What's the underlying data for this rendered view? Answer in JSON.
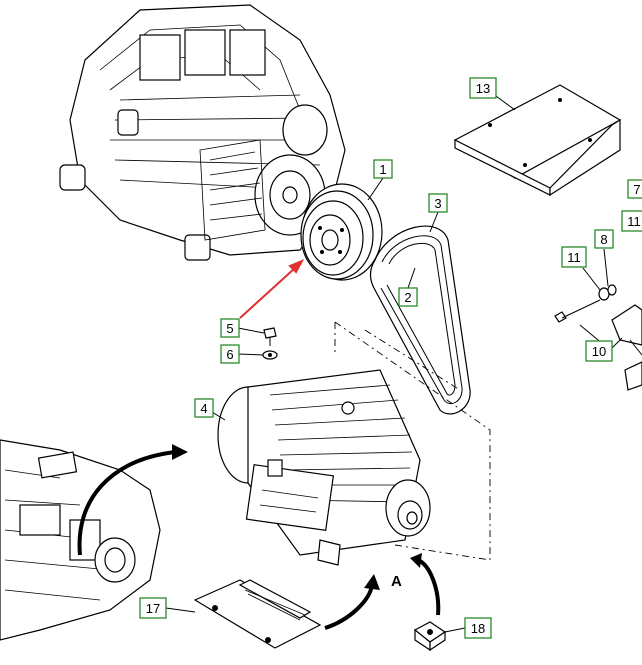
{
  "callouts": [
    {
      "id": "c1",
      "label": "1"
    },
    {
      "id": "c2",
      "label": "2"
    },
    {
      "id": "c3",
      "label": "3"
    },
    {
      "id": "c4",
      "label": "4"
    },
    {
      "id": "c5",
      "label": "5"
    },
    {
      "id": "c6",
      "label": "6"
    },
    {
      "id": "c7",
      "label": "7"
    },
    {
      "id": "c8",
      "label": "8"
    },
    {
      "id": "c10",
      "label": "10"
    },
    {
      "id": "c11a",
      "label": "11"
    },
    {
      "id": "c11b",
      "label": "11"
    },
    {
      "id": "c13",
      "label": "13"
    },
    {
      "id": "c17",
      "label": "17"
    },
    {
      "id": "c18",
      "label": "18"
    }
  ],
  "reference_letters": {
    "top": "A",
    "bottom": "A"
  },
  "colors": {
    "callout_border": "#2a8a2a",
    "highlight_arrow": "#e03030",
    "line": "#000000"
  }
}
